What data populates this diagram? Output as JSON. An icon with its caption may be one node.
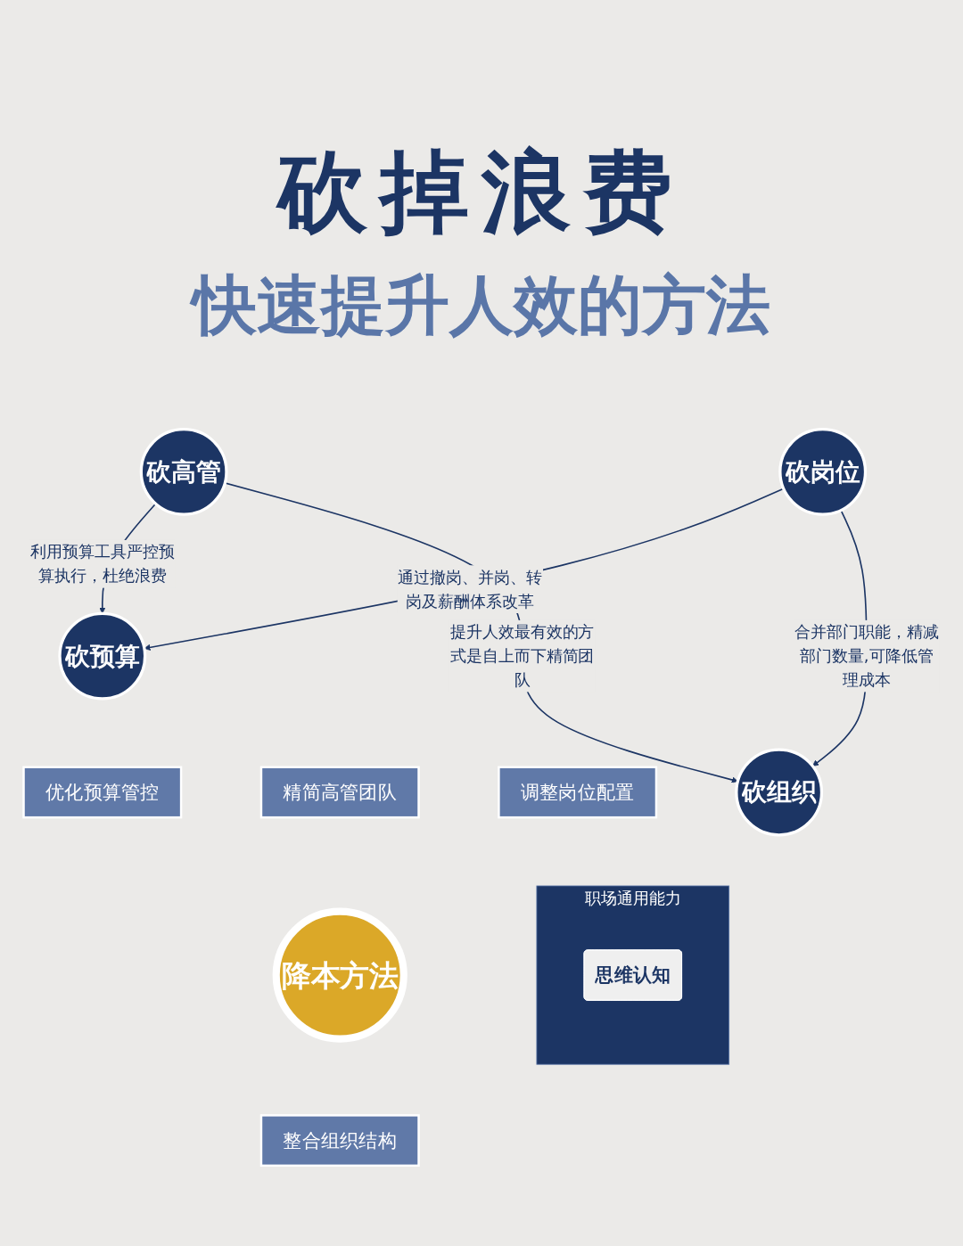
{
  "diagram": {
    "title": "砍掉浪费",
    "nodes": [
      {
        "text": [
          "职场通用能力"
        ]
      },
      {
        "text": [
          "思维认知"
        ],
        "in": 0
      },
      {
        "text": [
          "砍预算"
        ]
      },
      {
        "text": [
          "优化预算管控"
        ]
      },
      {
        "text": [
          "精简高管团队"
        ]
      },
      {
        "text": [
          "降本方法"
        ]
      },
      {
        "text": [
          "调整岗位配置"
        ]
      },
      {
        "text": [
          "砍高管"
        ]
      },
      {
        "text": [
          "砍岗位"
        ]
      },
      {
        "text": [
          "整合组织结构"
        ]
      },
      {
        "text": [
          "砍组织"
        ]
      }
    ],
    "edges": [
      {
        "from": 7,
        "to": 2,
        "arrow": "to",
        "label": "利用预算工具严控预算执行，杜绝浪费"
      },
      {
        "from": 8,
        "to": 2,
        "arrow": "to",
        "label": "通过撤岗、并岗、转岗及薪酬体系改革"
      },
      {
        "from": 7,
        "to": 10,
        "arrow": "to",
        "label": "提升人效最有效的方式是自上而下精简团队"
      },
      {
        "from": 8,
        "to": 10,
        "arrow": "to",
        "label": "合并部门职能，精减部门数量,可降低管理成本"
      }
    ],
    "labels": [
      "快速提升人效的方法"
    ]
  }
}
